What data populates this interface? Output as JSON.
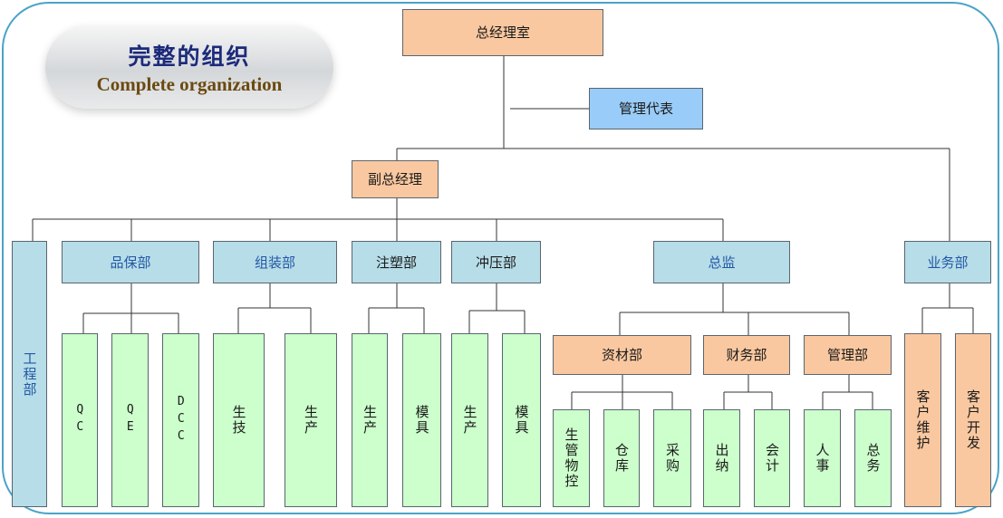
{
  "title": {
    "cn": "完整的组织",
    "en": "Complete organization"
  },
  "chart_data": {
    "type": "org-chart",
    "root": "总经理室",
    "nodes": {
      "gm_office": "总经理室",
      "mgmt_rep": "管理代表",
      "deputy_gm": "副总经理",
      "engineering": "工程部",
      "qa": "品保部",
      "assembly": "组装部",
      "injection": "注塑部",
      "stamping": "冲压部",
      "director": "总监",
      "sales": "业务部",
      "qc": "QC",
      "qe": "QE",
      "dcc": "DCC",
      "asm_tech": "生技",
      "asm_prod": "生产",
      "inj_prod": "生产",
      "inj_mold": "模具",
      "stp_prod": "生产",
      "stp_mold": "模具",
      "materials": "资材部",
      "finance": "财务部",
      "admin": "管理部",
      "pmc": "生管物控",
      "warehouse": "仓库",
      "purchasing": "采购",
      "cashier": "出纳",
      "accounting": "会计",
      "hr": "人事",
      "general_affairs": "总务",
      "customer_maint": "客户维护",
      "customer_dev": "客户开发"
    },
    "edges": [
      [
        "gm_office",
        "mgmt_rep"
      ],
      [
        "gm_office",
        "deputy_gm"
      ],
      [
        "gm_office",
        "sales"
      ],
      [
        "deputy_gm",
        "engineering"
      ],
      [
        "deputy_gm",
        "qa"
      ],
      [
        "deputy_gm",
        "assembly"
      ],
      [
        "deputy_gm",
        "injection"
      ],
      [
        "deputy_gm",
        "stamping"
      ],
      [
        "deputy_gm",
        "director"
      ],
      [
        "qa",
        "qc"
      ],
      [
        "qa",
        "qe"
      ],
      [
        "qa",
        "dcc"
      ],
      [
        "assembly",
        "asm_tech"
      ],
      [
        "assembly",
        "asm_prod"
      ],
      [
        "injection",
        "inj_prod"
      ],
      [
        "injection",
        "inj_mold"
      ],
      [
        "stamping",
        "stp_prod"
      ],
      [
        "stamping",
        "stp_mold"
      ],
      [
        "director",
        "materials"
      ],
      [
        "director",
        "finance"
      ],
      [
        "director",
        "admin"
      ],
      [
        "materials",
        "pmc"
      ],
      [
        "materials",
        "warehouse"
      ],
      [
        "materials",
        "purchasing"
      ],
      [
        "finance",
        "cashier"
      ],
      [
        "finance",
        "accounting"
      ],
      [
        "admin",
        "hr"
      ],
      [
        "admin",
        "general_affairs"
      ],
      [
        "sales",
        "customer_maint"
      ],
      [
        "sales",
        "customer_dev"
      ]
    ],
    "colors": {
      "orange": "#fac8a0",
      "blue": "#99ccf8",
      "light_blue": "#b6dde8",
      "green": "#ccffcc",
      "frame": "#4aa3c8"
    }
  }
}
